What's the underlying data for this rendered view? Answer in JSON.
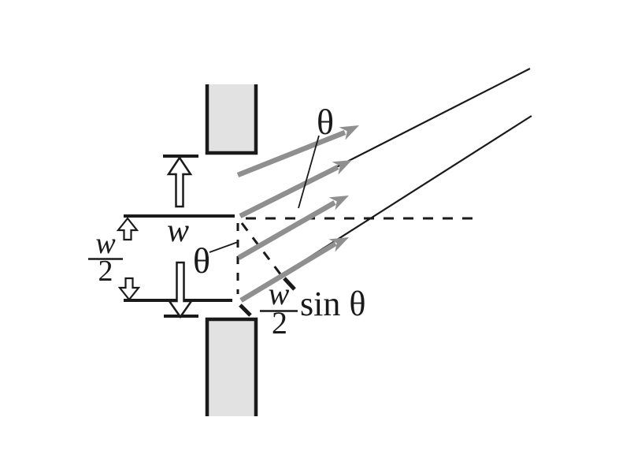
{
  "figure": {
    "colors": {
      "background": "#ffffff",
      "line": "#1a1a1a",
      "ray": "#8f8f8f",
      "barrier_fill": "#e2e2e2",
      "arrow_fill": "#ffffff"
    },
    "labels": {
      "slit_width": "w",
      "half_width": {
        "numerator": "w",
        "denominator": "2"
      },
      "angle_upper": "θ",
      "angle_lower": "θ",
      "path_difference": {
        "numerator": "w",
        "denominator": "2",
        "suffix": "sin θ"
      }
    }
  }
}
